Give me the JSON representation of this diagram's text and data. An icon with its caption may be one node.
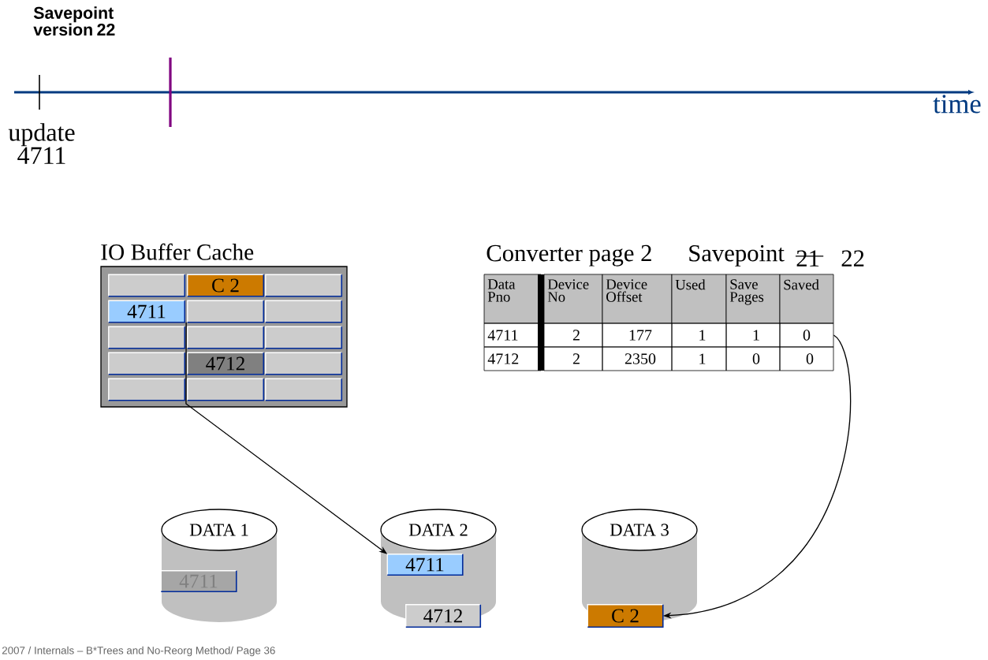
{
  "diagram": {
    "nodes": [
      {
        "text": [
          "IO Buffer Cache"
        ]
      },
      {
        "text": [],
        "shape": "box",
        "in": 0
      },
      {
        "text": [
          "C 2"
        ],
        "in": 0
      },
      {
        "text": [],
        "shape": "box",
        "in": 0
      },
      {
        "text": [
          "4711"
        ],
        "in": 0
      },
      {
        "text": [],
        "shape": "box",
        "in": 0
      },
      {
        "text": [],
        "shape": "box",
        "in": 0
      },
      {
        "text": [],
        "shape": "box",
        "in": 0
      },
      {
        "text": [],
        "shape": "box",
        "in": 0
      },
      {
        "text": [],
        "shape": "box",
        "in": 0
      },
      {
        "text": [],
        "shape": "box",
        "in": 0
      },
      {
        "text": [
          "4712"
        ],
        "in": 0
      },
      {
        "text": [],
        "shape": "box",
        "in": 0
      },
      {
        "text": [],
        "shape": "box",
        "in": 0
      },
      {
        "text": [],
        "shape": "box",
        "in": 0
      },
      {
        "text": [],
        "shape": "box",
        "in": 0
      },
      {
        "text": [
          "0"
        ]
      },
      {
        "text": [
          "DATA 1"
        ]
      },
      {
        "text": [
          "4711"
        ],
        "in": 17
      },
      {
        "text": [
          "DATA 2"
        ]
      },
      {
        "text": [
          "4711"
        ],
        "in": 19
      },
      {
        "text": [
          "4712"
        ],
        "in": 19
      },
      {
        "text": [
          "DATA 3"
        ]
      },
      {
        "text": [
          "C 2"
        ],
        "in": 22
      }
    ],
    "edges": [
      {
        "from": 4,
        "to": 20,
        "arrow": "to"
      },
      {
        "from": 16,
        "to": 23,
        "arrow": "to"
      }
    ],
    "labels": [
      "Savepoint version 22",
      "update 4711",
      "time",
      "Converter page 2",
      "Savepoint",
      "21",
      "22",
      "Data Pno",
      "Device No",
      "Device Offset",
      "Used",
      "Save Pages",
      "Saved",
      "4711",
      "2",
      "177",
      "1",
      "1",
      "4712",
      "2",
      "2350",
      "1",
      "0",
      "0",
      "2007 / Internals – B*Trees and No-Reorg Method/ Page 36"
    ]
  }
}
